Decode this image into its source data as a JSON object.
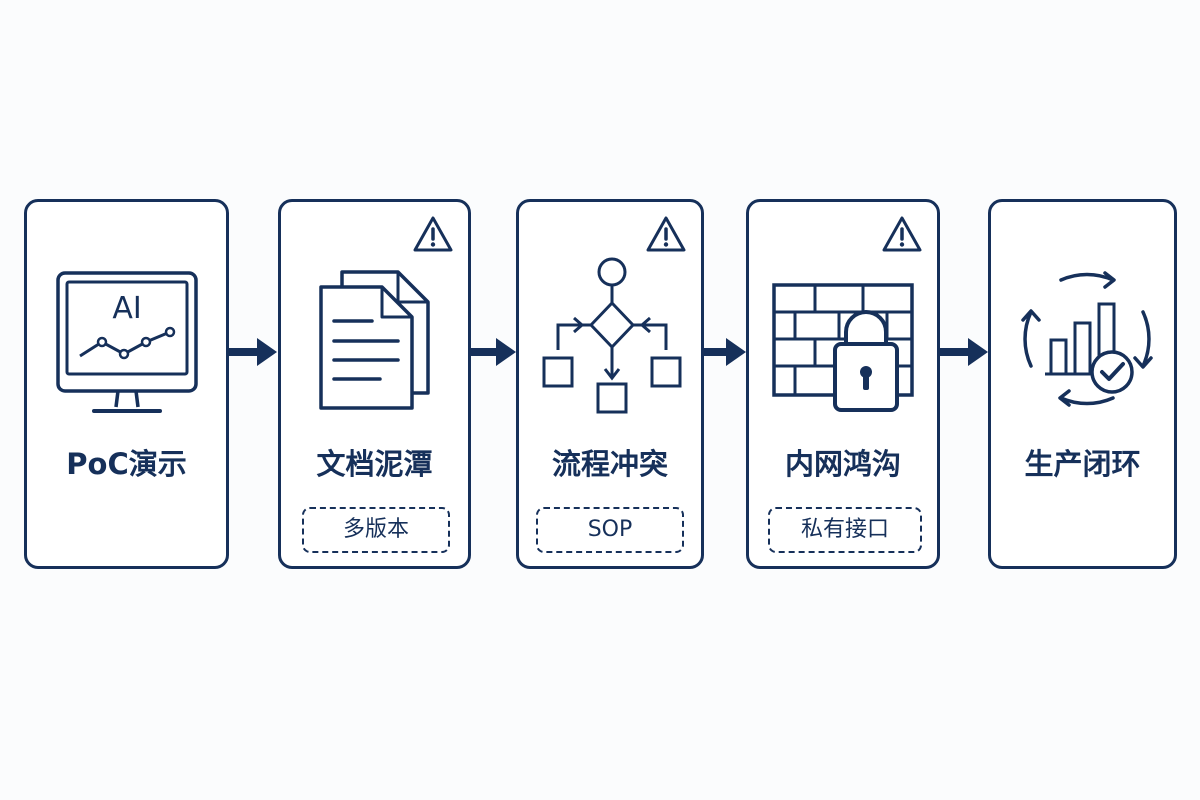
{
  "colors": {
    "primary": "#16305a",
    "background": "#fbfcfd",
    "card_fill": "#ffffff"
  },
  "steps": [
    {
      "title": "PoC演示",
      "icon": "monitor-chart-icon",
      "screen_text": "AI",
      "warning": false,
      "tag": ""
    },
    {
      "title": "文档泥潭",
      "icon": "documents-icon",
      "warning": true,
      "tag": "多版本"
    },
    {
      "title": "流程冲突",
      "icon": "flowchart-icon",
      "warning": true,
      "tag": "SOP"
    },
    {
      "title": "内网鸿沟",
      "icon": "firewall-lock-icon",
      "warning": true,
      "tag": "私有接口"
    },
    {
      "title": "生产闭环",
      "icon": "cycle-growth-check-icon",
      "warning": false,
      "tag": ""
    }
  ],
  "connectors": [
    "arrow-right-icon",
    "arrow-right-icon",
    "arrow-right-icon",
    "arrow-right-icon"
  ]
}
